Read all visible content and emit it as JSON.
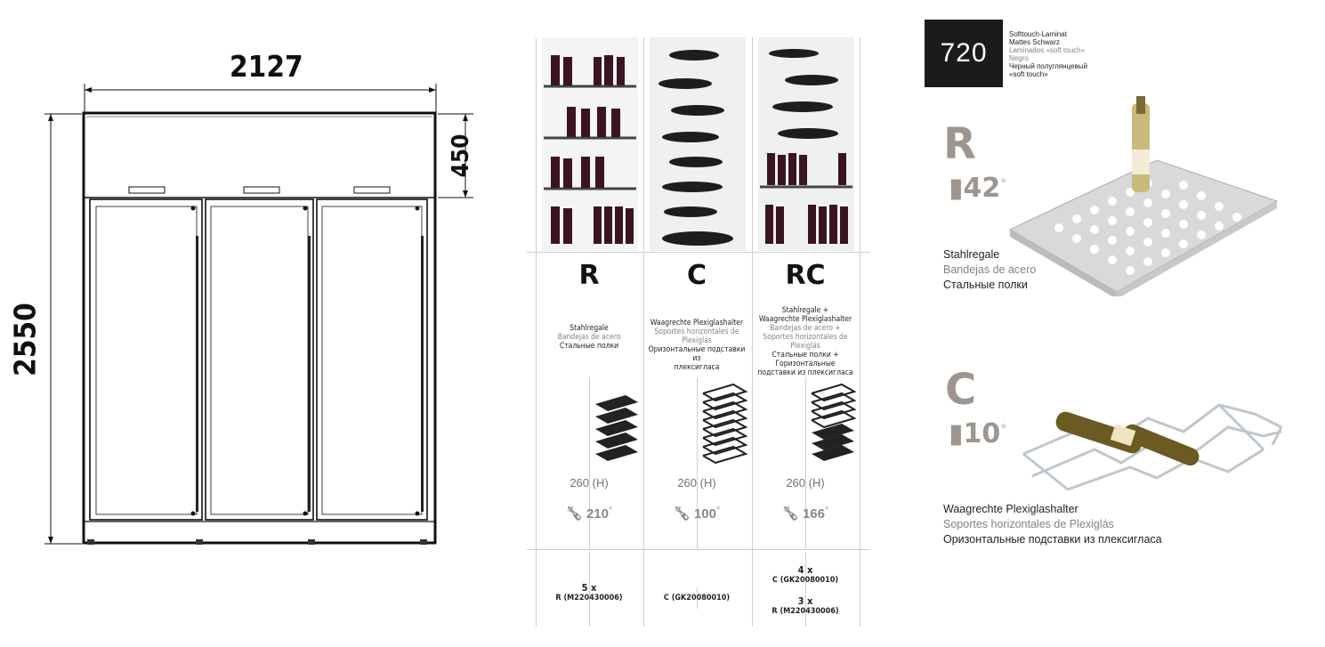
{
  "drawing": {
    "width_label": "2127",
    "height_label": "2550",
    "top_label": "450"
  },
  "columns": [
    {
      "letter": "R",
      "desc": [
        {
          "text": "Stahlregale",
          "tone": "k"
        },
        {
          "text": "Bandejas de acero",
          "tone": "g"
        },
        {
          "text": "Стальные полки",
          "tone": "k"
        }
      ],
      "height": "260 (H)",
      "bottles": "210",
      "codes": [
        {
          "qty": "5 x",
          "prefix": "R",
          "code": "(M220430006)"
        }
      ]
    },
    {
      "letter": "C",
      "desc": [
        {
          "text": "Waagrechte Plexiglashalter",
          "tone": "k"
        },
        {
          "text": "Soportes horizontales de Plexiglás",
          "tone": "g"
        },
        {
          "text": "Оризонтальные подставки из",
          "tone": "k"
        },
        {
          "text": "плексигласа",
          "tone": "k"
        }
      ],
      "height": "260 (H)",
      "bottles": "100",
      "codes": [
        {
          "qty": "",
          "prefix": "C",
          "code": "(GK20080010)"
        }
      ]
    },
    {
      "letter": "RC",
      "desc": [
        {
          "text": "Stahlregale +",
          "tone": "k"
        },
        {
          "text": "Waagrechte Plexiglashalter",
          "tone": "k"
        },
        {
          "text": "Bandejas de acero +",
          "tone": "g"
        },
        {
          "text": "Soportes horizontales de Plexiglás",
          "tone": "g"
        },
        {
          "text": "Стальные полки + Горизонтальные",
          "tone": "k"
        },
        {
          "text": "подставки из плексигласа",
          "tone": "k"
        }
      ],
      "height": "260 (H)",
      "bottles": "166",
      "codes": [
        {
          "qty": "4 x",
          "prefix": "C",
          "code": "(GK20080010)"
        },
        {
          "qty": "3 x",
          "prefix": "R",
          "code": "(M220430006)"
        }
      ]
    }
  ],
  "finish": {
    "code": "720",
    "lines": [
      "Softtouch-Laminat",
      "Mattes Schwarz",
      "Laminados «soft touch»",
      "Negro",
      "Черный полуглянцевый",
      "«soft touch»"
    ]
  },
  "shelf_r": {
    "letter": "R",
    "count": "42",
    "star": "*",
    "lines": [
      "Stahlregale",
      "Bandejas de acero",
      "Стальные полки"
    ]
  },
  "shelf_c": {
    "letter": "C",
    "count": "10",
    "star": "*",
    "lines": [
      "Waagrechte Plexiglashalter",
      "Soportes horizontales de Plexiglás",
      "Оризонтальные подставки из плексигласа"
    ]
  },
  "colors": {
    "accent_grey": "#9d958e",
    "badge_bg": "#1b1b1b"
  }
}
